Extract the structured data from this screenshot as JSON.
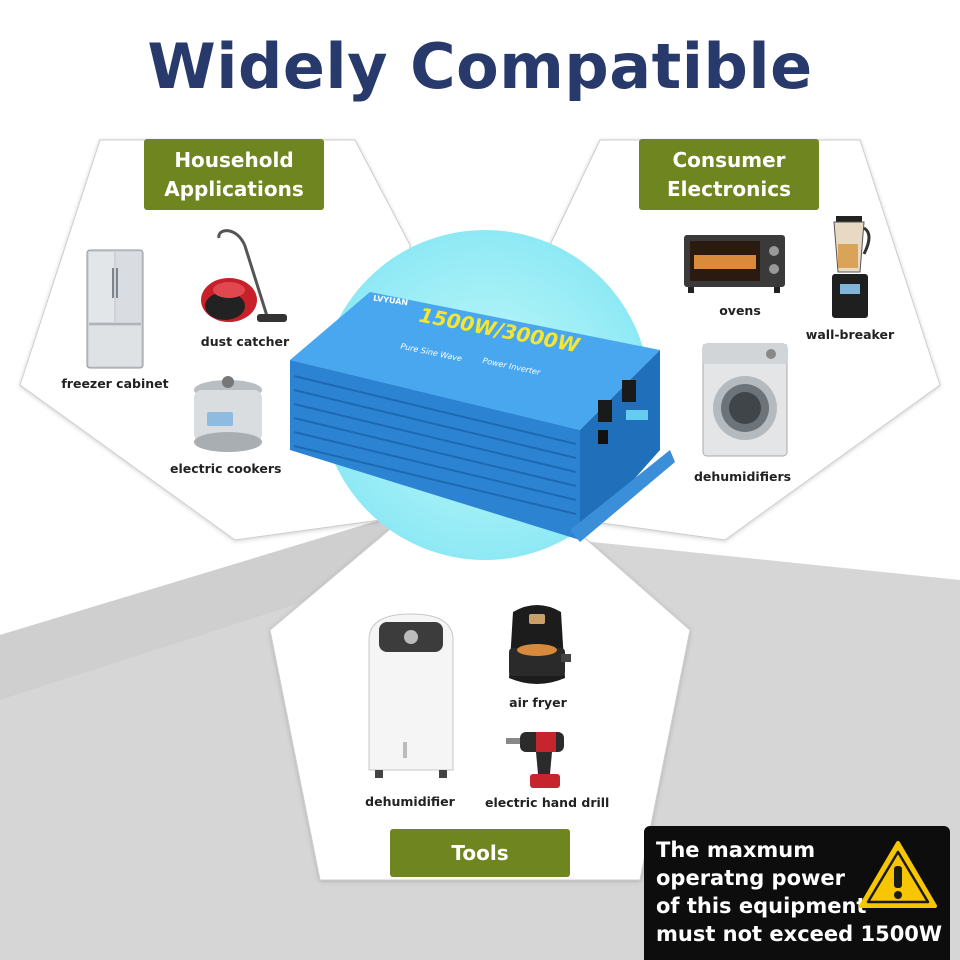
{
  "title": "Widely Compatible",
  "colors": {
    "title": "#283a6b",
    "badge": "#6f8520",
    "inverter": "#2f86d4",
    "glow": "#8ee9f5",
    "warning_bg": "#0d0d0d",
    "warning_icon": "#f7c600"
  },
  "groups": {
    "household": {
      "heading_line1": "Household",
      "heading_line2": "Applications",
      "items": {
        "freezer": "freezer cabinet",
        "vacuum": "dust catcher",
        "cooker": "electric cookers"
      }
    },
    "consumer": {
      "heading_line1": "Consumer",
      "heading_line2": "Electronics",
      "items": {
        "oven": "ovens",
        "blender": "wall-breaker",
        "washer": "dehumidifiers"
      }
    },
    "tools": {
      "heading": "Tools",
      "items": {
        "dehumidifier": "dehumidifier",
        "air_fryer": "air fryer",
        "drill": "electric hand drill"
      }
    }
  },
  "inverter": {
    "brand": "LVYUAN",
    "rating": "1500W/3000W",
    "wave": "Pure Sine Wave",
    "type": "Power Inverter"
  },
  "warning": {
    "line1": "The maxmum",
    "line2": "operatng power",
    "line3": "of this equipment",
    "line4": "must not exceed 1500W",
    "icon": "warning-triangle-icon"
  }
}
